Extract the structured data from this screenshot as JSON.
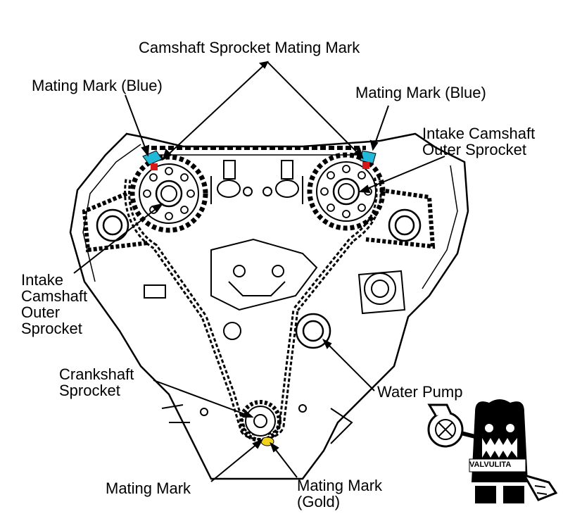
{
  "labels": {
    "cam_mating_mark": "Camshaft Sprocket Mating Mark",
    "mating_blue_left": "Mating Mark (Blue)",
    "mating_blue_right": "Mating Mark (Blue)",
    "intake_right": [
      "Intake Camshaft",
      "Outer Sprocket"
    ],
    "intake_left": [
      "Intake",
      "Camshaft",
      "Outer",
      "Sprocket"
    ],
    "crankshaft": [
      "Crankshaft",
      "Sprocket"
    ],
    "water_pump": "Water Pump",
    "mating_mark": "Mating Mark",
    "mating_gold": [
      "Mating Mark",
      "(Gold)"
    ]
  },
  "logo": {
    "text": "VALVULITA"
  },
  "colors": {
    "blue_mark": "#22b8d8",
    "red_mark": "#d81818",
    "gold_mark": "#f2d21a",
    "ink": "#000000"
  }
}
